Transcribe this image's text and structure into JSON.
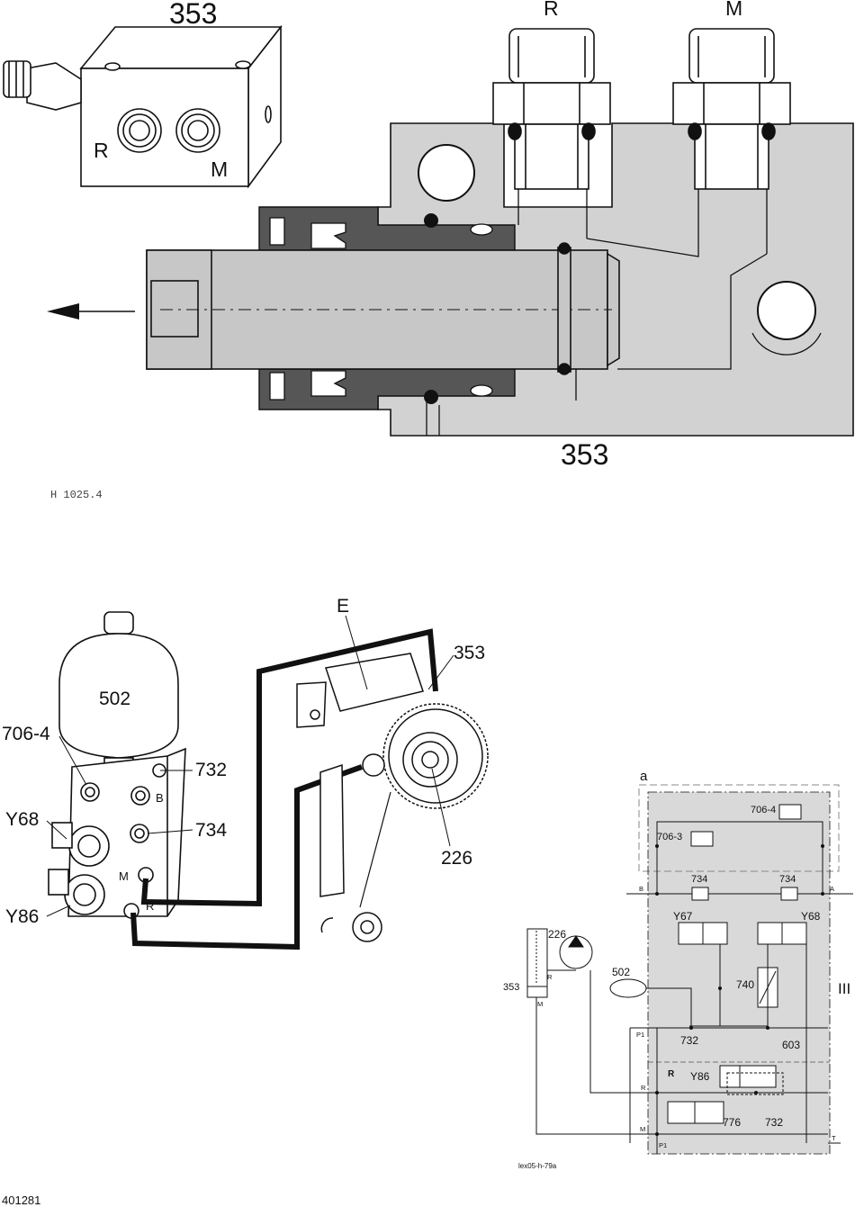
{
  "top": {
    "block_label": "353",
    "port_r": "R",
    "port_m": "M",
    "fitting_r": "R",
    "fitting_m": "M",
    "section_label": "353",
    "drawing_ref": "H 1025.4"
  },
  "bottom": {
    "accumulator": "502",
    "valve_7064": "706-4",
    "valve_732": "732",
    "valve_734": "734",
    "solenoid_y68": "Y68",
    "solenoid_y86": "Y86",
    "port_b": "B",
    "port_m": "M",
    "port_r": "R",
    "point_e": "E",
    "cylinder_353": "353",
    "pump_226": "226"
  },
  "schematic": {
    "frame_a": "a",
    "v7064": "706-4",
    "v7063": "706-3",
    "v734_left": "734",
    "v734_right": "734",
    "port_b": "B",
    "port_a": "A",
    "y67": "Y67",
    "y68": "Y68",
    "p226": "226",
    "c353": "353",
    "r_label": "R",
    "m_label": "M",
    "acc502": "502",
    "v740": "740",
    "roman": "III",
    "p1_top": "P1",
    "v732_top": "732",
    "v603": "603",
    "y86": "Y86",
    "r_marker": "R",
    "r_line": "R",
    "v776": "776",
    "v732_bottom": "732",
    "m_line": "M",
    "p1_bottom": "P1",
    "t_line": "T",
    "ref": "lex05-h-79a"
  },
  "footer": {
    "figure_number": "401281"
  },
  "colors": {
    "housing_fill": "#d2d2d2",
    "seal_fill": "#565656",
    "schematic_block": "#d9d9d9",
    "line": "#111111"
  }
}
